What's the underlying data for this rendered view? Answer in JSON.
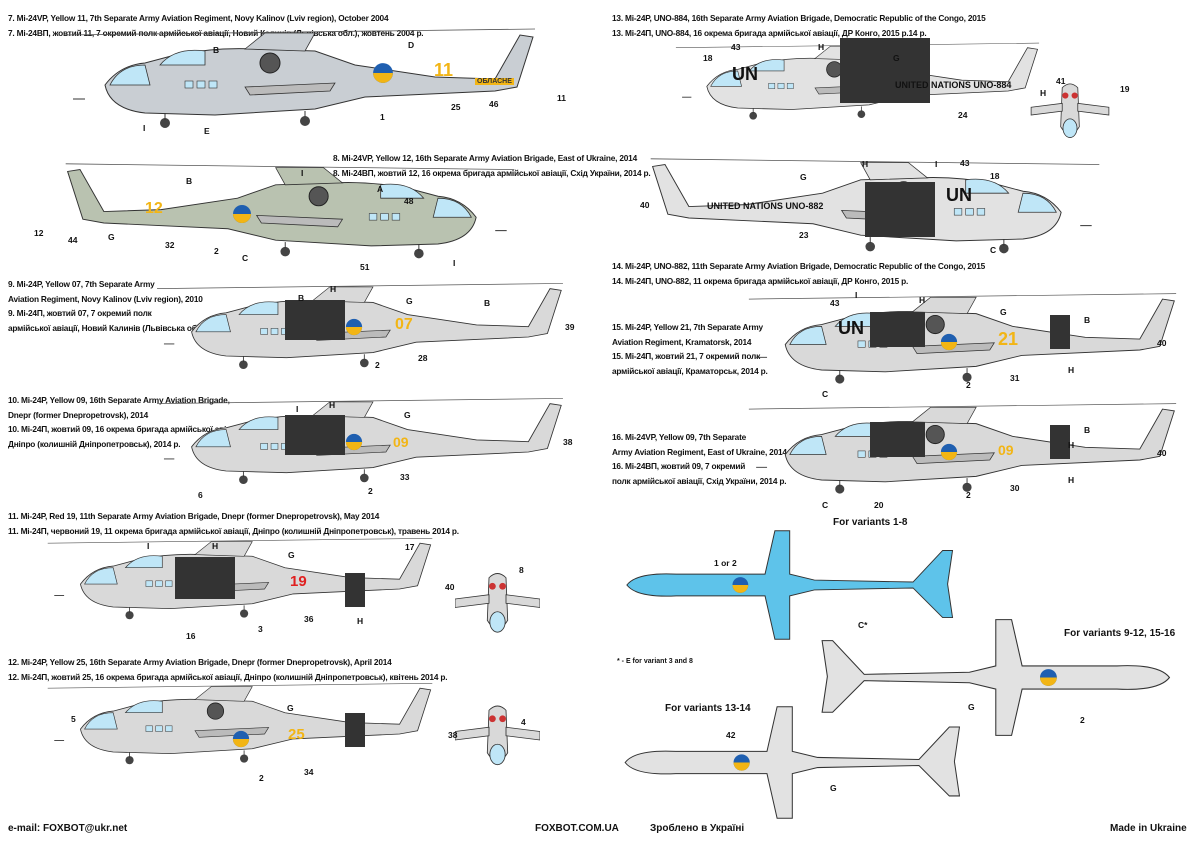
{
  "captions": {
    "v7": [
      "7. Mi-24VP, Yellow 11, 7th Separate Army Aviation Regiment, Novy Kalinov (Lviv region), October 2004",
      "7. Мі-24ВП, жовтий 11, 7 окремий полк армійської авіації, Новий Калинів (Львівська обл.), жовтень 2004 р."
    ],
    "v8": [
      "8. Mi-24VP, Yellow 12, 16th Separate Army Aviation Brigade, East of Ukraine, 2014",
      "8. Мі-24ВП, жовтий 12, 16 окрема бригада армійської авіації, Схід України, 2014 р."
    ],
    "v9": [
      "9. Mi-24P, Yellow 07, 7th Separate Army",
      "Aviation Regiment, Novy Kalinov (Lviv region), 2010",
      "9. Мі-24П, жовтий 07, 7 окремий полк",
      "армійської авіації, Новий Калинів (Львівська обл.), 2010 р."
    ],
    "v10": [
      "10. Mi-24P, Yellow 09, 16th Separate Army Aviation Brigade,",
      "Dnepr (former Dnepropetrovsk), 2014",
      "10. Мі-24П, жовтий 09, 16 окрема бригада армійської авіації,",
      "Дніпро (колишній Дніпропетровськ), 2014 р."
    ],
    "v11": [
      "11. Mi-24P, Red 19, 11th Separate Army Aviation Brigade, Dnepr (former Dnepropetrovsk), May 2014",
      "11. Мі-24П, червоний 19, 11 окрема бригада армійської авіації, Дніпро (колишній Дніпропетровськ), травень 2014 р."
    ],
    "v12": [
      "12. Mi-24P, Yellow 25, 16th Separate Army Aviation Brigade, Dnepr (former Dnepropetrovsk), April 2014",
      "12. Мі-24П, жовтий 25, 16 окрема бригада армійської авіації, Дніпро (колишній Дніпропетровськ), квітень 2014 р."
    ],
    "v13": [
      "13. Mi-24P, UNO-884, 16th Separate Army Aviation Brigade, Democratic Republic of the Congo, 2015",
      "13. Мі-24П, UNO-884, 16 окрема бригада армійської авіації, ДР Конго, 2015 р.14 р."
    ],
    "v14": [
      "14. Mi-24P, UNO-882, 11th Separate Army Aviation Brigade, Democratic Republic of the Congo, 2015",
      "14. Мі-24П, UNO-882, 11 окрема бригада армійської авіації, ДР Конго, 2015 р."
    ],
    "v15": [
      "15. Mi-24P, Yellow 21, 7th Separate Army",
      "Aviation Regiment, Kramatorsk, 2014",
      "15. Мі-24П, жовтий 21, 7 окремий полк",
      "армійської авіації, Краматорськ, 2014 р."
    ],
    "v16": [
      "16. Mi-24VP, Yellow 09, 7th Separate",
      "Army Aviation Regiment, East of Ukraine, 2014",
      "16. Мі-24ВП, жовтий 09, 7 окремий",
      "полк армійської авіації, Схід України, 2014 р."
    ]
  },
  "markings": {
    "n11": "11",
    "n12": "12",
    "n07": "07",
    "n09": "09",
    "n19": "19",
    "n25": "25",
    "n21": "21",
    "n09b": "09",
    "un": "UN",
    "uno884": "UNITED NATIONS UNO-884",
    "uno882": "UNITED NATIONS UNO-882",
    "vbase": "ОБЛАСНЕ"
  },
  "callouts": [
    "B",
    "D",
    "1",
    "25",
    "46",
    "11",
    "I",
    "E",
    "B",
    "I",
    "A",
    "48",
    "12",
    "44",
    "G",
    "32",
    "2",
    "C",
    "51",
    "I",
    "B",
    "H",
    "G",
    "B",
    "39",
    "2",
    "28",
    "I",
    "H",
    "G",
    "38",
    "6",
    "2",
    "33",
    "I",
    "H",
    "G",
    "17",
    "40",
    "16",
    "3",
    "36",
    "H",
    "8",
    "5",
    "G",
    "2",
    "34",
    "38",
    "4",
    "43",
    "H",
    "18",
    "G",
    "41",
    "24",
    "19",
    "H",
    "40",
    "G",
    "H",
    "I",
    "43",
    "18",
    "23",
    "C",
    "43",
    "I",
    "H",
    "G",
    "B",
    "40",
    "C",
    "2",
    "31",
    "H",
    "H",
    "B",
    "40",
    "C",
    "20",
    "2",
    "30",
    "H",
    "1 or 2",
    "C*",
    "G",
    "2",
    "42",
    "G"
  ],
  "variants": {
    "a": "For variants 1-8",
    "b": "For variants 9-12, 15-16",
    "c": "For variants 13-14",
    "note": "* - E for variant 3 and 8"
  },
  "footer": {
    "email": "e-mail: FOXBOT@ukr.net",
    "site": "FOXBOT.COM.UA",
    "made_ua": "Зроблено в Україні",
    "made_en": "Made in Ukraine"
  },
  "colors": {
    "gray": "#d9d9d9",
    "blue": "#5ec3ea",
    "dark": "#3a3a3a",
    "yellow": "#f2b515",
    "roundel_blue": "#1f5fb0"
  }
}
